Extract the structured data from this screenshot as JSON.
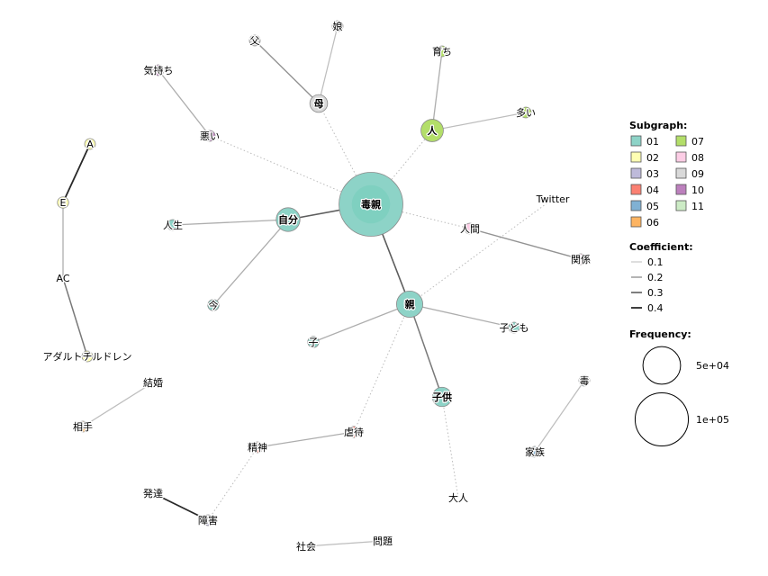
{
  "colors": {
    "01": "#8dd3c7",
    "02": "#ffffb3",
    "03": "#bebada",
    "04": "#fb8072",
    "05": "#80b1d3",
    "06": "#fdb462",
    "07": "#b3de69",
    "08": "#fccde5",
    "09": "#d9d9d9",
    "10": "#bc80bd",
    "11": "#ccebc5"
  },
  "nodes": [
    {
      "id": "毒親",
      "group": "01",
      "freq": 130000,
      "big": true
    },
    {
      "id": "自分",
      "group": "01",
      "freq": 18000
    },
    {
      "id": "親",
      "group": "01",
      "freq": 22000
    },
    {
      "id": "子供",
      "group": "01",
      "freq": 12000
    },
    {
      "id": "人生",
      "group": "01",
      "freq": 2500
    },
    {
      "id": "今",
      "group": "01",
      "freq": 4000
    },
    {
      "id": "子",
      "group": "01",
      "freq": 4000
    },
    {
      "id": "子ども",
      "group": "01",
      "freq": 3000
    },
    {
      "id": "大人",
      "group": "01",
      "freq": 0
    },
    {
      "id": "母",
      "group": "09",
      "freq": 10000
    },
    {
      "id": "父",
      "group": "09",
      "freq": 3500
    },
    {
      "id": "娘",
      "group": "09",
      "freq": 3000
    },
    {
      "id": "人",
      "group": "07",
      "freq": 16000
    },
    {
      "id": "育ち",
      "group": "07",
      "freq": 3500
    },
    {
      "id": "多い",
      "group": "07",
      "freq": 3500
    },
    {
      "id": "気持ち",
      "group": "10",
      "freq": 2500
    },
    {
      "id": "悪い",
      "group": "10",
      "freq": 3000
    },
    {
      "id": "人間",
      "group": "08",
      "freq": 2500
    },
    {
      "id": "関係",
      "group": "08",
      "freq": 2500
    },
    {
      "id": "Twitter",
      "group": "08",
      "freq": 0
    },
    {
      "id": "A",
      "group": "02",
      "freq": 2500
    },
    {
      "id": "E",
      "group": "02",
      "freq": 4000
    },
    {
      "id": "AC",
      "group": "02",
      "freq": 0
    },
    {
      "id": "アダルトチルドレン",
      "group": "02",
      "freq": 1500
    },
    {
      "id": "結婚",
      "group": "06",
      "freq": 0
    },
    {
      "id": "相手",
      "group": "06",
      "freq": 1500
    },
    {
      "id": "精神",
      "group": "04",
      "freq": 1500
    },
    {
      "id": "虐待",
      "group": "04",
      "freq": 4000
    },
    {
      "id": "毒",
      "group": "05",
      "freq": 3500
    },
    {
      "id": "家族",
      "group": "05",
      "freq": 1500
    },
    {
      "id": "発達",
      "group": "03",
      "freq": 0
    },
    {
      "id": "障害",
      "group": "03",
      "freq": 1500
    },
    {
      "id": "社会",
      "group": "11",
      "freq": 0
    },
    {
      "id": "問題",
      "group": "11",
      "freq": 0
    }
  ],
  "edges": [
    {
      "source": "毒親",
      "target": "自分",
      "coef": 0.3,
      "dotted": false
    },
    {
      "source": "毒親",
      "target": "親",
      "coef": 0.3,
      "dotted": false
    },
    {
      "source": "毒親",
      "target": "母",
      "coef": 0.1,
      "dotted": true
    },
    {
      "source": "毒親",
      "target": "人",
      "coef": 0.1,
      "dotted": true
    },
    {
      "source": "毒親",
      "target": "人間",
      "coef": 0.1,
      "dotted": true
    },
    {
      "source": "毒親",
      "target": "悪い",
      "coef": 0.1,
      "dotted": true
    },
    {
      "source": "自分",
      "target": "人生",
      "coef": 0.15,
      "dotted": false
    },
    {
      "source": "自分",
      "target": "今",
      "coef": 0.15,
      "dotted": false
    },
    {
      "source": "親",
      "target": "子",
      "coef": 0.15,
      "dotted": false
    },
    {
      "source": "親",
      "target": "子ども",
      "coef": 0.15,
      "dotted": false
    },
    {
      "source": "親",
      "target": "子供",
      "coef": 0.25,
      "dotted": false
    },
    {
      "source": "親",
      "target": "Twitter",
      "coef": 0.1,
      "dotted": true
    },
    {
      "source": "親",
      "target": "虐待",
      "coef": 0.1,
      "dotted": true
    },
    {
      "source": "子供",
      "target": "大人",
      "coef": 0.1,
      "dotted": true
    },
    {
      "source": "母",
      "target": "父",
      "coef": 0.2,
      "dotted": false
    },
    {
      "source": "母",
      "target": "娘",
      "coef": 0.12,
      "dotted": false
    },
    {
      "source": "人",
      "target": "育ち",
      "coef": 0.15,
      "dotted": false
    },
    {
      "source": "人",
      "target": "多い",
      "coef": 0.12,
      "dotted": false
    },
    {
      "source": "気持ち",
      "target": "悪い",
      "coef": 0.15,
      "dotted": false
    },
    {
      "source": "人間",
      "target": "関係",
      "coef": 0.2,
      "dotted": false
    },
    {
      "source": "A",
      "target": "E",
      "coef": 0.4,
      "dotted": false
    },
    {
      "source": "E",
      "target": "AC",
      "coef": 0.15,
      "dotted": false
    },
    {
      "source": "AC",
      "target": "アダルトチルドレン",
      "coef": 0.25,
      "dotted": false
    },
    {
      "source": "結婚",
      "target": "相手",
      "coef": 0.12,
      "dotted": false
    },
    {
      "source": "精神",
      "target": "虐待",
      "coef": 0.15,
      "dotted": false
    },
    {
      "source": "精神",
      "target": "障害",
      "coef": 0.1,
      "dotted": true
    },
    {
      "source": "発達",
      "target": "障害",
      "coef": 0.4,
      "dotted": false
    },
    {
      "source": "毒",
      "target": "家族",
      "coef": 0.12,
      "dotted": false
    },
    {
      "source": "社会",
      "target": "問題",
      "coef": 0.12,
      "dotted": false
    }
  ],
  "legend": {
    "subgraph_title": "Subgraph:",
    "subgraphs": [
      "01",
      "02",
      "03",
      "04",
      "05",
      "06",
      "07",
      "08",
      "09",
      "10",
      "11"
    ],
    "coef_title": "Coefficient:",
    "coefs": [
      "0.1",
      "0.2",
      "0.3",
      "0.4"
    ],
    "freq_title": "Frequency:",
    "freqs": [
      {
        "label": "5e+04",
        "value": 50000
      },
      {
        "label": "1e+05",
        "value": 100000
      }
    ]
  }
}
